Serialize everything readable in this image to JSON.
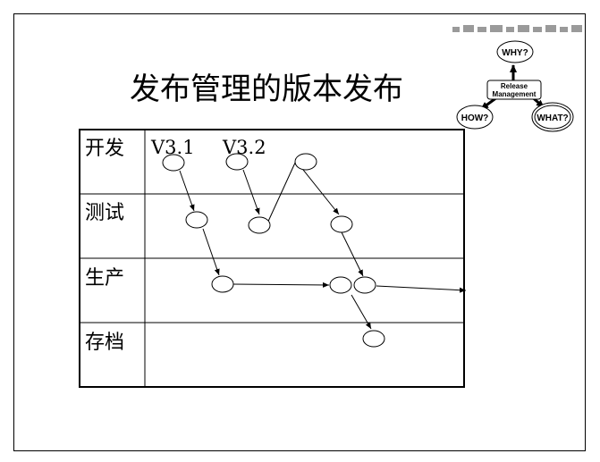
{
  "title": "发布管理的版本发布",
  "lanes": [
    "开发",
    "测试",
    "生产",
    "存档"
  ],
  "versions": [
    "V3.1",
    "V3.2"
  ],
  "logo": {
    "why": "WHY?",
    "how": "HOW?",
    "what": "WHAT?",
    "center_line1": "Release",
    "center_line2": "Management"
  }
}
